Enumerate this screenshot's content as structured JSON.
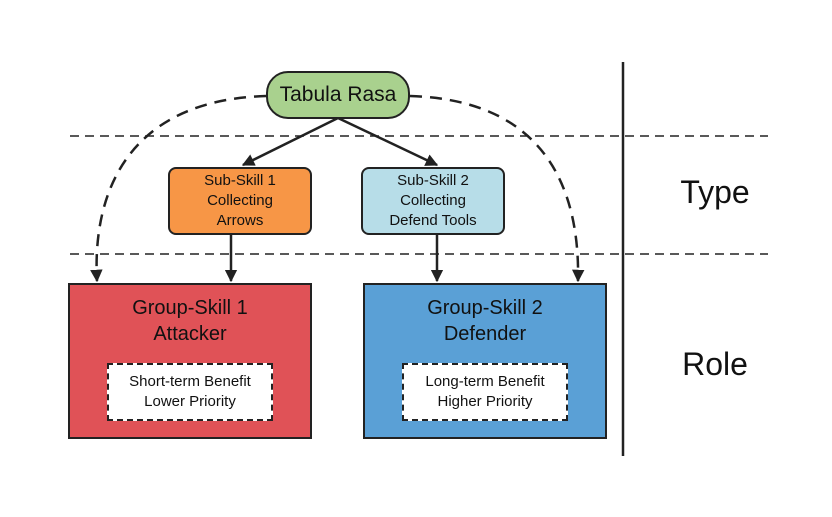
{
  "root": {
    "label": "Tabula Rasa"
  },
  "sub_skills": [
    {
      "lines": [
        "Sub-Skill 1",
        "Collecting",
        "Arrows"
      ],
      "color": "#f79646"
    },
    {
      "lines": [
        "Sub-Skill 2",
        "Collecting",
        "Defend Tools"
      ],
      "color": "#b7dde8"
    }
  ],
  "group_skills": [
    {
      "title": "Group-Skill 1",
      "role": "Attacker",
      "benefit": [
        "Short-term Benefit",
        "Lower Priority"
      ],
      "color": "#e05257"
    },
    {
      "title": "Group-Skill 2",
      "role": "Defender",
      "benefit": [
        "Long-term Benefit",
        "Higher Priority"
      ],
      "color": "#5aa0d6"
    }
  ],
  "levels": {
    "type": "Type",
    "role": "Role"
  },
  "colors": {
    "root": "#a9d18e",
    "line": "#222222"
  }
}
